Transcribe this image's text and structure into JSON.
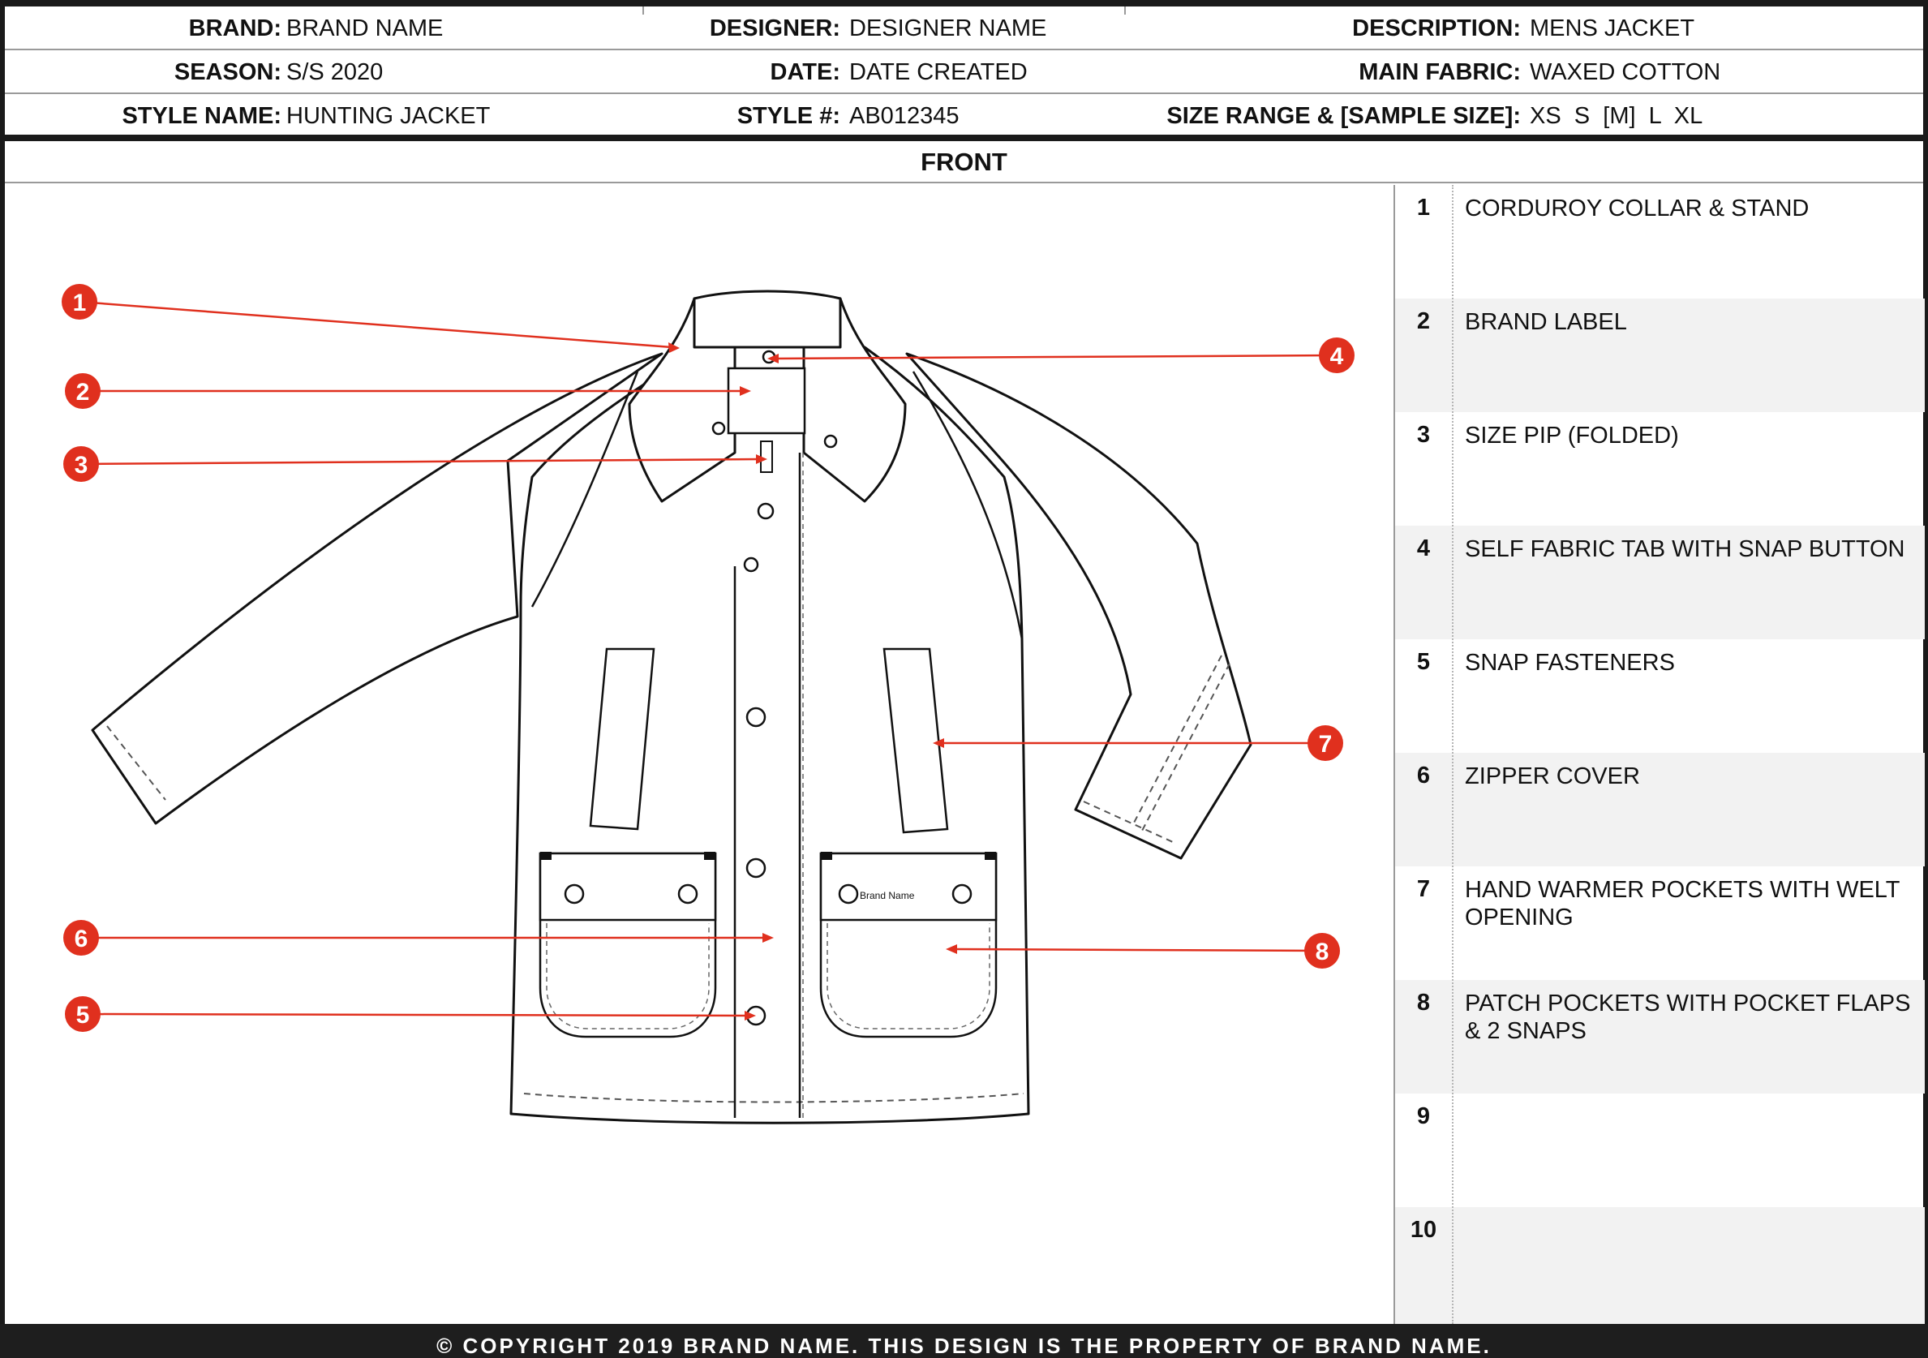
{
  "header": {
    "row1": {
      "brand_label": "BRAND:",
      "brand_value": "BRAND NAME",
      "designer_label": "DESIGNER:",
      "designer_value": "DESIGNER NAME",
      "description_label": "DESCRIPTION:",
      "description_value": "MENS JACKET"
    },
    "row2": {
      "season_label": "SEASON:",
      "season_value": "S/S 2020",
      "date_label": "DATE:",
      "date_value": "DATE CREATED",
      "fabric_label": "MAIN FABRIC:",
      "fabric_value": "WAXED COTTON"
    },
    "row3": {
      "style_name_label": "STYLE NAME:",
      "style_name_value": "HUNTING JACKET",
      "style_no_label": "STYLE #:",
      "style_no_value": "AB012345",
      "size_label": "SIZE RANGE & [SAMPLE SIZE]:",
      "size_value": "XS  S  [M]  L  XL"
    }
  },
  "view_title": "FRONT",
  "pocket_label": "Brand Name",
  "colors": {
    "accent": "#e0301e",
    "frame": "#1a1a1a",
    "rule": "#9a9a9a",
    "shade": "#f2f2f2"
  },
  "callouts": [
    {
      "num": "1",
      "text": "CORDUROY COLLAR & STAND"
    },
    {
      "num": "2",
      "text": "BRAND LABEL"
    },
    {
      "num": "3",
      "text": "SIZE PIP (FOLDED)"
    },
    {
      "num": "4",
      "text": "SELF FABRIC TAB WITH SNAP BUTTON"
    },
    {
      "num": "5",
      "text": "SNAP FASTENERS"
    },
    {
      "num": "6",
      "text": "ZIPPER COVER"
    },
    {
      "num": "7",
      "text": "HAND WARMER POCKETS WITH WELT OPENING"
    },
    {
      "num": "8",
      "text": "PATCH POCKETS WITH POCKET FLAPS & 2 SNAPS"
    },
    {
      "num": "9",
      "text": ""
    },
    {
      "num": "10",
      "text": ""
    }
  ],
  "footer": "© COPYRIGHT 2019 BRAND NAME.  THIS DESIGN IS THE PROPERTY OF BRAND NAME."
}
